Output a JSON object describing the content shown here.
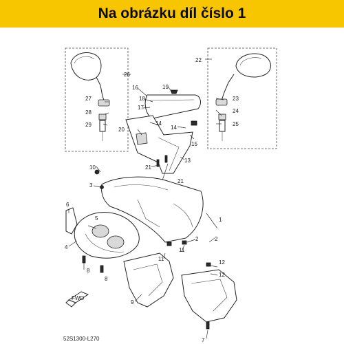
{
  "banner": {
    "title": "Na obrázku díl číslo 1",
    "color": "#f7c600"
  },
  "diagram": {
    "code": "52S1300-L270",
    "fwd_label": "FWD",
    "callouts": [
      "1",
      "2",
      "3",
      "4",
      "5",
      "6",
      "7",
      "8",
      "9",
      "10",
      "11",
      "12",
      "13",
      "14",
      "15",
      "16",
      "17",
      "18",
      "19",
      "20",
      "21",
      "22",
      "23",
      "24",
      "25",
      "26",
      "27",
      "28",
      "29"
    ]
  }
}
